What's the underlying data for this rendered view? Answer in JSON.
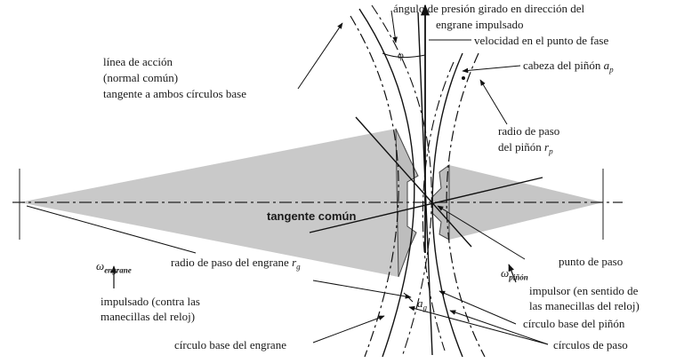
{
  "labels": {
    "pressure_angle_l1": "ángulo de presión girado en dirección del",
    "pressure_angle_l2": "engrane impulsado",
    "velocity": "velocidad en el punto de fase",
    "line_action_l1": "línea de acción",
    "line_action_l2": "(normal común)",
    "line_action_l3": "tangente a ambos círculos base",
    "phi": "φ",
    "pinion_head": "cabeza del piñón",
    "pinion_head_sym": "a",
    "pinion_head_sub": "p",
    "pinion_radius_l1": "radio de paso",
    "pinion_radius_l2": "del piñón",
    "pinion_radius_sym": "r",
    "pinion_radius_sub": "p",
    "common_tangent": "tangente común",
    "omega_gear": "ω",
    "omega_gear_sub": "engrane",
    "gear_radius": "radio de paso del engrane",
    "gear_radius_sym": "r",
    "gear_radius_sub": "g",
    "pitch_point": "punto de paso",
    "omega_pinion": "ω",
    "omega_pinion_sub": "piñón",
    "driven_l1": "impulsado (contra las",
    "driven_l2": "manecillas del reloj)",
    "driver_l1": "impulsor (en sentido de",
    "driver_l2": "las manecillas del reloj)",
    "a_g": "a",
    "a_g_sub": "g",
    "pinion_base": "círculo base del piñón",
    "gear_base": "círculo base del engrane",
    "pitch_circles": "círculos de paso"
  }
}
